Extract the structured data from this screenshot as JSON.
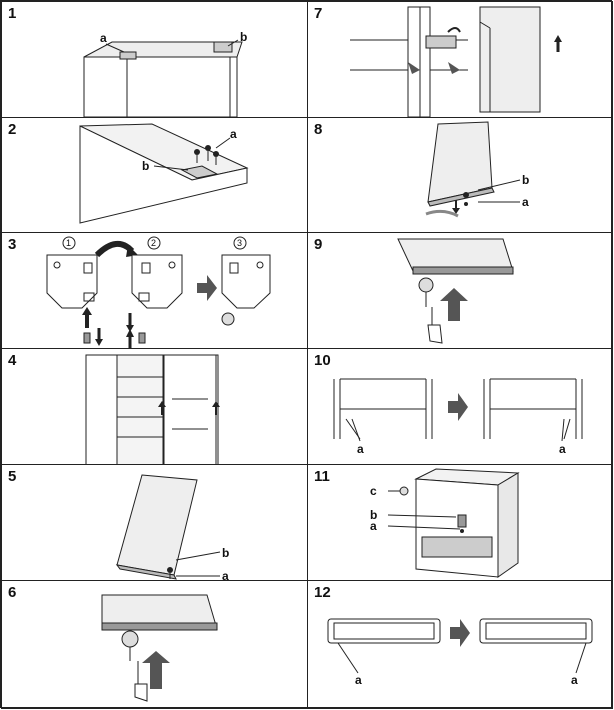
{
  "steps": [
    {
      "number": "1",
      "labels": [
        "a",
        "b"
      ]
    },
    {
      "number": "2",
      "labels": [
        "a",
        "b"
      ]
    },
    {
      "number": "3",
      "sub_steps": [
        "1",
        "2",
        "3"
      ]
    },
    {
      "number": "4"
    },
    {
      "number": "5",
      "labels": [
        "b",
        "a"
      ]
    },
    {
      "number": "6"
    },
    {
      "number": "7"
    },
    {
      "number": "8",
      "labels": [
        "b",
        "a"
      ]
    },
    {
      "number": "9"
    },
    {
      "number": "10",
      "labels": [
        "a",
        "a"
      ]
    },
    {
      "number": "11",
      "labels": [
        "c",
        "b",
        "a"
      ]
    },
    {
      "number": "12",
      "labels": [
        "a",
        "a"
      ]
    }
  ],
  "colors": {
    "line": "#222222",
    "arrow": "#555555",
    "grey": "#888888",
    "light": "#d9d9d9"
  }
}
